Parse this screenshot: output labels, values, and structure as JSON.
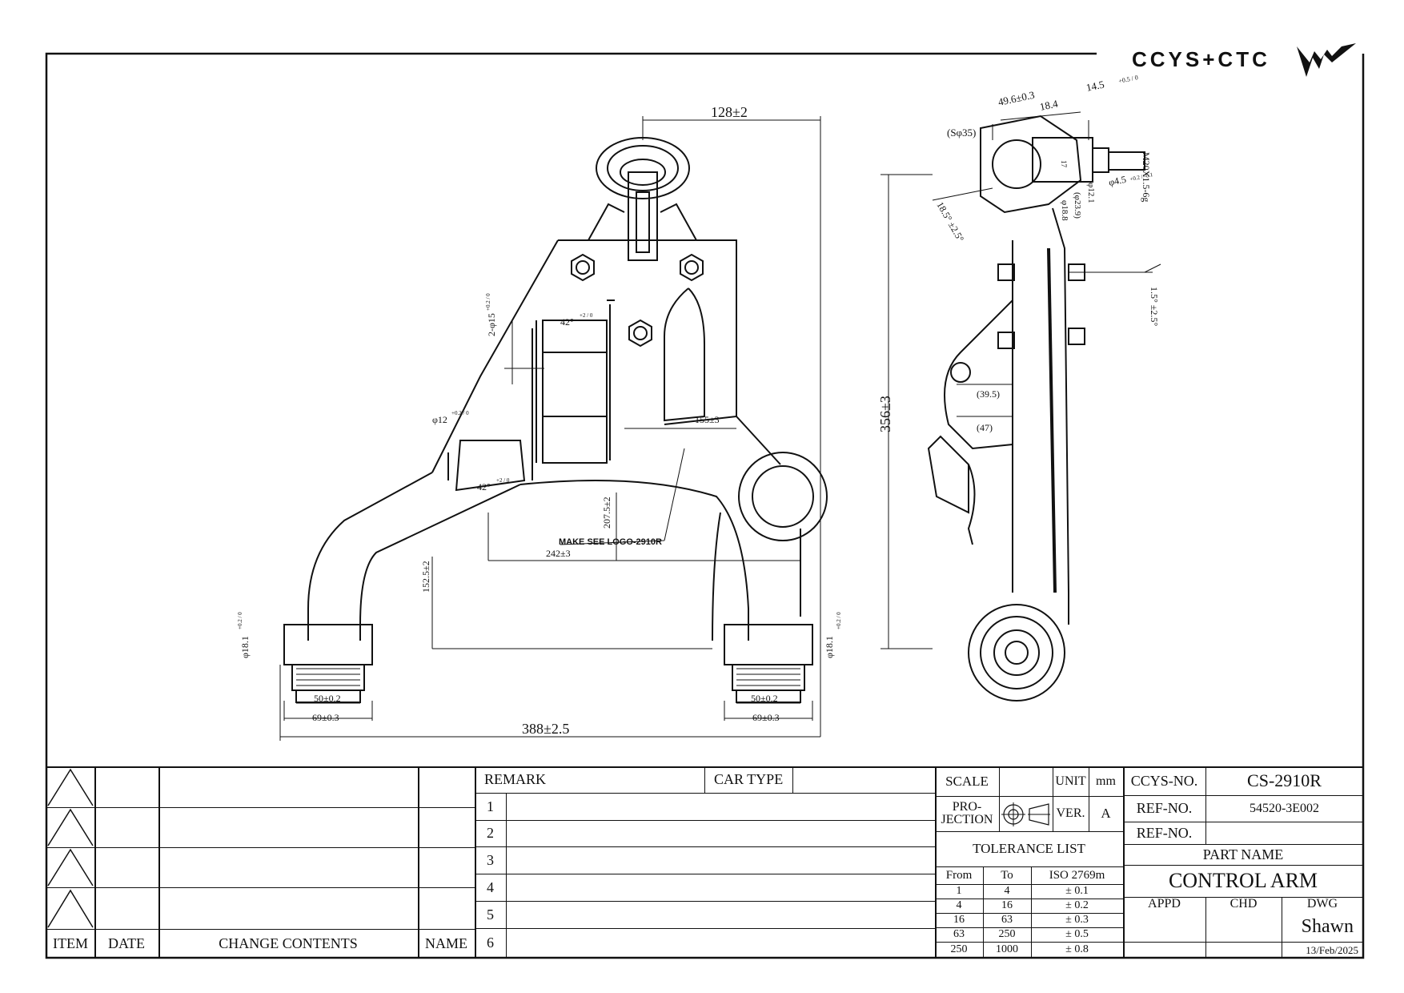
{
  "brand": {
    "logo_text": "CCYS+CTC"
  },
  "dims": {
    "top_width": "128±2",
    "ball_sph": "(Sφ35)",
    "ball_496": "49.6±0.3",
    "ball_184": "18.4",
    "ball_145": "14.5",
    "ball_145_tol": "+0.5 / 0",
    "ball_m20": "M20X1.5-6g",
    "ball_phi45": "φ4.5",
    "ball_phi45_tol": "+0.2 / -0.1",
    "ball_angle": "18.5° ±2.5°",
    "ball_phi121": "φ12.1",
    "ball_phi239": "(φ23.9)",
    "ball_phi188": "φ18.8",
    "ball_17": "17",
    "tilt_angle": "1.5° ±2.5°",
    "hole_2phi15": "2-φ15",
    "hole_tol": "+0.2 / 0",
    "angle_42a": "42°",
    "angle_42b": "42°",
    "angle_tol": "+2 / 0",
    "phi12": "φ12",
    "phi12_tol": "+0.2 / 0",
    "d155": "155±3",
    "d207": "207.5±2",
    "logo_note": "MAKE SEE LOGO-2910R",
    "d242": "242±3",
    "d152": "152.5±2",
    "phi181_left": "φ18.1",
    "phi181_right": "φ18.1",
    "phi181_tol": "+0.2 / 0",
    "d50_left": "50±0.2",
    "d69_left": "69±0.3",
    "d50_right": "50±0.2",
    "d69_right": "69±0.3",
    "d388": "388±2.5",
    "d356": "356±3",
    "d395": "(39.5)",
    "d47": "(47)"
  },
  "revision": {
    "headers": {
      "item": "ITEM",
      "date": "DATE",
      "change": "CHANGE CONTENTS",
      "name": "NAME"
    }
  },
  "remark": {
    "remark_label": "REMARK",
    "car_type_label": "CAR TYPE",
    "rows": [
      "1",
      "2",
      "3",
      "4",
      "5",
      "6"
    ]
  },
  "spec": {
    "scale_label": "SCALE",
    "unit_label": "UNIT",
    "unit_value": "mm",
    "projection_label_1": "PRO-",
    "projection_label_2": "JECTION",
    "ver_label": "VER.",
    "ver_value": "A",
    "tolerance_title": "TOLERANCE LIST",
    "tol_headers": {
      "from": "From",
      "to": "To",
      "iso": "ISO 2769m"
    },
    "tol_rows": [
      {
        "from": "1",
        "to": "4",
        "tol": "± 0.1"
      },
      {
        "from": "4",
        "to": "16",
        "tol": "± 0.2"
      },
      {
        "from": "16",
        "to": "63",
        "tol": "± 0.3"
      },
      {
        "from": "63",
        "to": "250",
        "tol": "± 0.5"
      },
      {
        "from": "250",
        "to": "1000",
        "tol": "± 0.8"
      }
    ]
  },
  "title_block": {
    "ccys_no_label": "CCYS-NO.",
    "ccys_no_value": "CS-2910R",
    "ref_no_label_1": "REF-NO.",
    "ref_no_value_1": "54520-3E002",
    "ref_no_label_2": "REF-NO.",
    "ref_no_value_2": "",
    "part_name_label": "PART NAME",
    "part_name": "CONTROL ARM",
    "appd_label": "APPD",
    "chd_label": "CHD",
    "dwg_label": "DWG",
    "dwg_name": "Shawn",
    "date": "13/Feb/2025"
  },
  "colors": {
    "ink": "#111111",
    "paper": "#ffffff"
  }
}
